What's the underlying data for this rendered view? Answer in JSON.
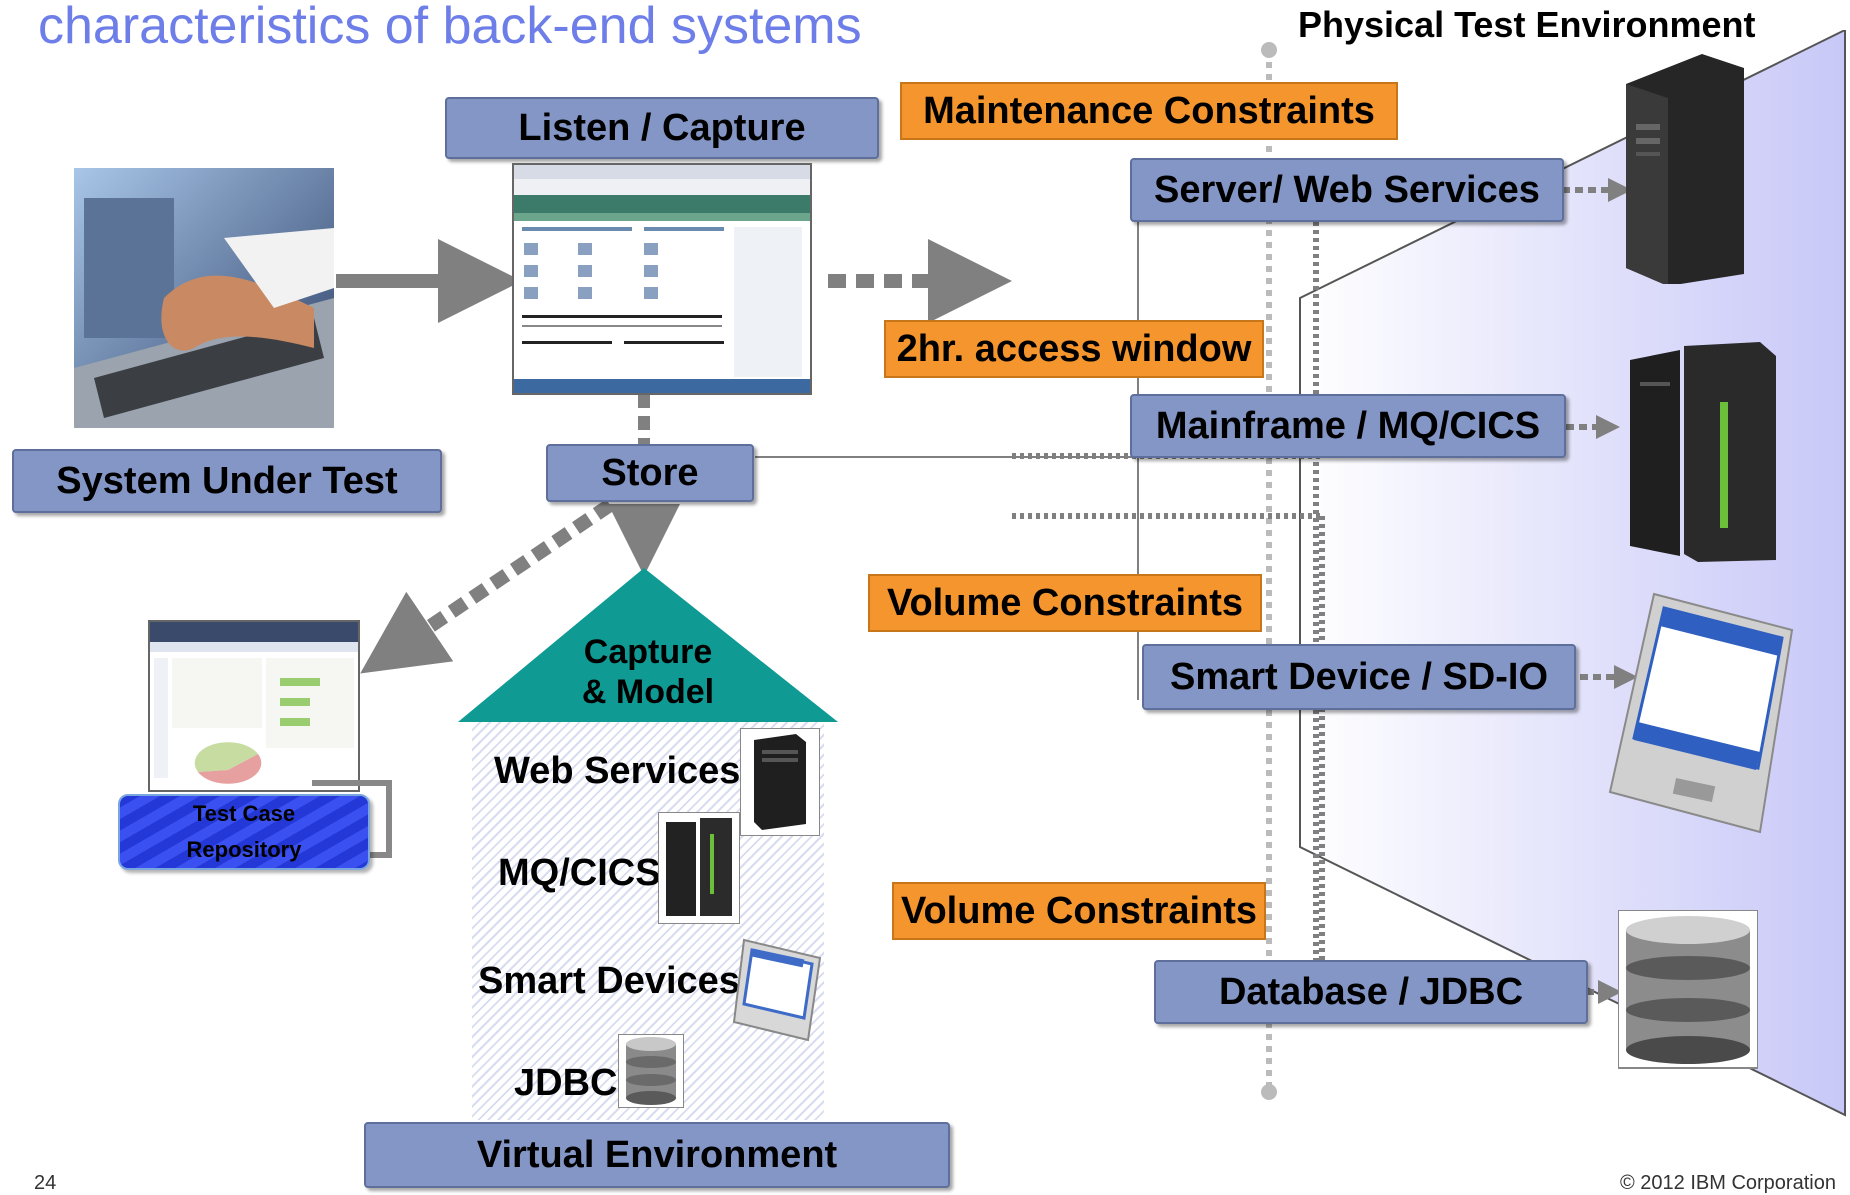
{
  "page": {
    "title": "characteristics of back-end systems",
    "page_number": "24",
    "copyright": "© 2012 IBM Corporation"
  },
  "physical_environment": {
    "title": "Physical Test Environment",
    "systems": [
      {
        "label": "Server/ Web Services",
        "icon": "server-tower-icon"
      },
      {
        "label": "Mainframe / MQ/CICS",
        "icon": "mainframe-icon"
      },
      {
        "label": "Smart Device / SD-IO",
        "icon": "pda-icon"
      },
      {
        "label": "Database / JDBC",
        "icon": "database-icon"
      }
    ],
    "constraints": [
      "Maintenance Constraints",
      "2hr. access window",
      "Volume Constraints",
      "Volume Constraints"
    ]
  },
  "workflow": {
    "system_under_test": "System Under Test",
    "listen_capture": "Listen / Capture",
    "store": "Store",
    "repository_line1": "Test Case",
    "repository_line2": "Repository"
  },
  "virtual_environment": {
    "model_line1": "Capture",
    "model_line2": "& Model",
    "items": [
      "Web Services",
      "MQ/CICS",
      "Smart Devices",
      "JDBC"
    ],
    "label": "Virtual Environment"
  },
  "colors": {
    "title_blue": "#6e7ee8",
    "box_blue": "#8496c6",
    "constraint_orange": "#f5952e",
    "model_teal": "#0f9a94",
    "repository_blue": "#2a3ee0",
    "env_panel": "#c8c8f8"
  }
}
